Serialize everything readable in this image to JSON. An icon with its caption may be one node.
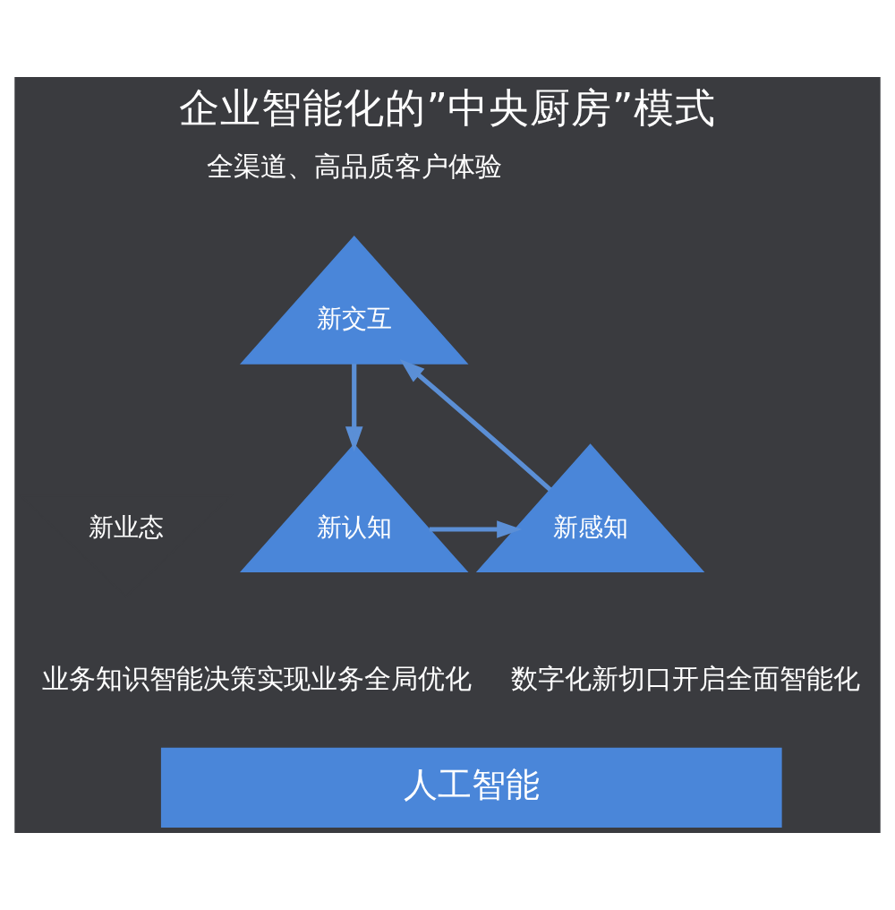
{
  "diagram": {
    "title": "企业智能化的”中央厨房”模式",
    "nodes": [
      {
        "text": [
          "新交互"
        ]
      },
      {
        "text": [
          "新业态"
        ]
      },
      {
        "text": [
          "新感知"
        ]
      },
      {
        "text": [
          "新认知"
        ]
      },
      {
        "text": [
          "人工智能"
        ]
      }
    ],
    "edges": [
      {
        "from": 2,
        "to": 0,
        "arrow": "to"
      },
      {
        "from": 0,
        "to": 3,
        "arrow": "to"
      },
      {
        "from": 3,
        "to": 2,
        "arrow": "to"
      }
    ],
    "labels": [
      "全渠道、高品质客户体验",
      "数字化新切口开启全面智能化",
      "业务知识智能决策实现业务全局优化"
    ]
  }
}
